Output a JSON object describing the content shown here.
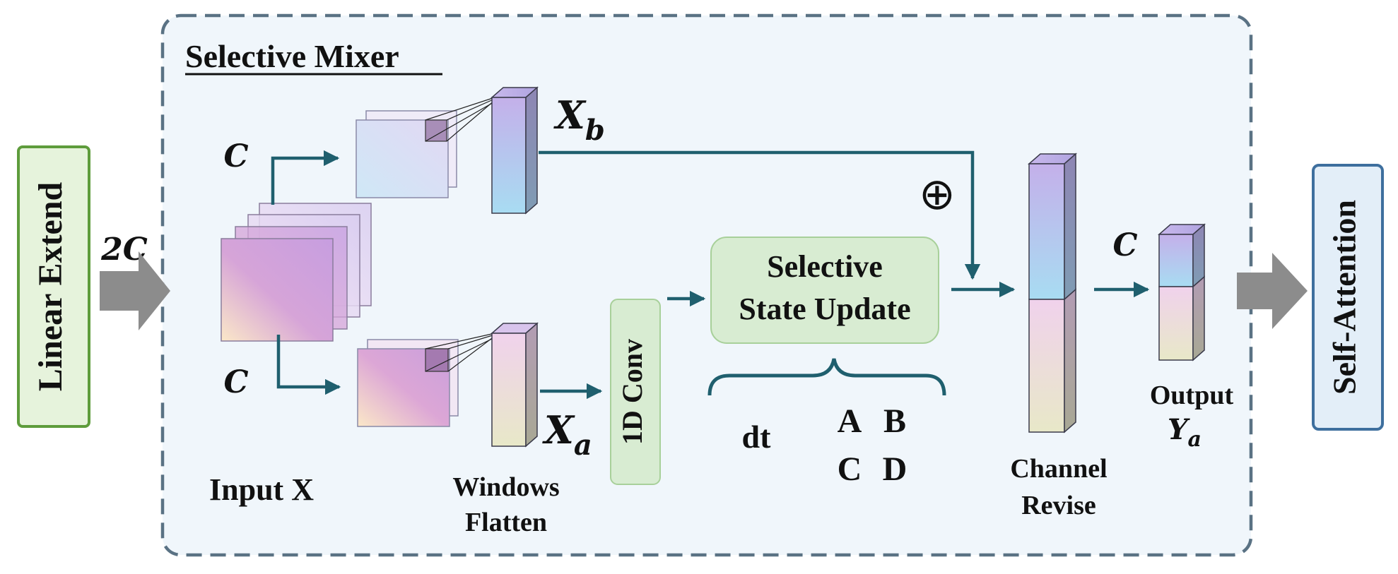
{
  "diagram": {
    "title": "Selective Mixer",
    "left_block": "Linear Extend",
    "right_block": "Self-Attention",
    "in_channels": "2C",
    "branch_top_channels": "C",
    "branch_bottom_channels": "C",
    "input_label": "Input X",
    "xb_main": "X",
    "xb_sub": "b",
    "xa_main": "X",
    "xa_sub": "a",
    "windows_flatten_1": "Windows",
    "windows_flatten_2": "Flatten",
    "conv_label": "1D Conv",
    "ssu_line1": "Selective",
    "ssu_line2": "State Update",
    "param_dt": "dt",
    "param_a": "A",
    "param_b": "B",
    "param_c": "C",
    "param_d": "D",
    "add_symbol": "⊕",
    "channel_revise_1": "Channel",
    "channel_revise_2": "Revise",
    "out_channels": "C",
    "output_label": "Output",
    "output_main": "Y",
    "output_sub": "a"
  },
  "colors": {
    "frame_stroke": "#5a7284",
    "frame_fill": "#f0f6fb",
    "arrow_teal": "#1f5f6e",
    "linear_fill": "#e6f3dc",
    "linear_stroke": "#5e9c3c",
    "selfattn_fill": "#e3eef8",
    "selfattn_stroke": "#3e6f9e",
    "ssu_fill": "#d8ecd2",
    "gray_arrow": "#8c8c8c"
  }
}
